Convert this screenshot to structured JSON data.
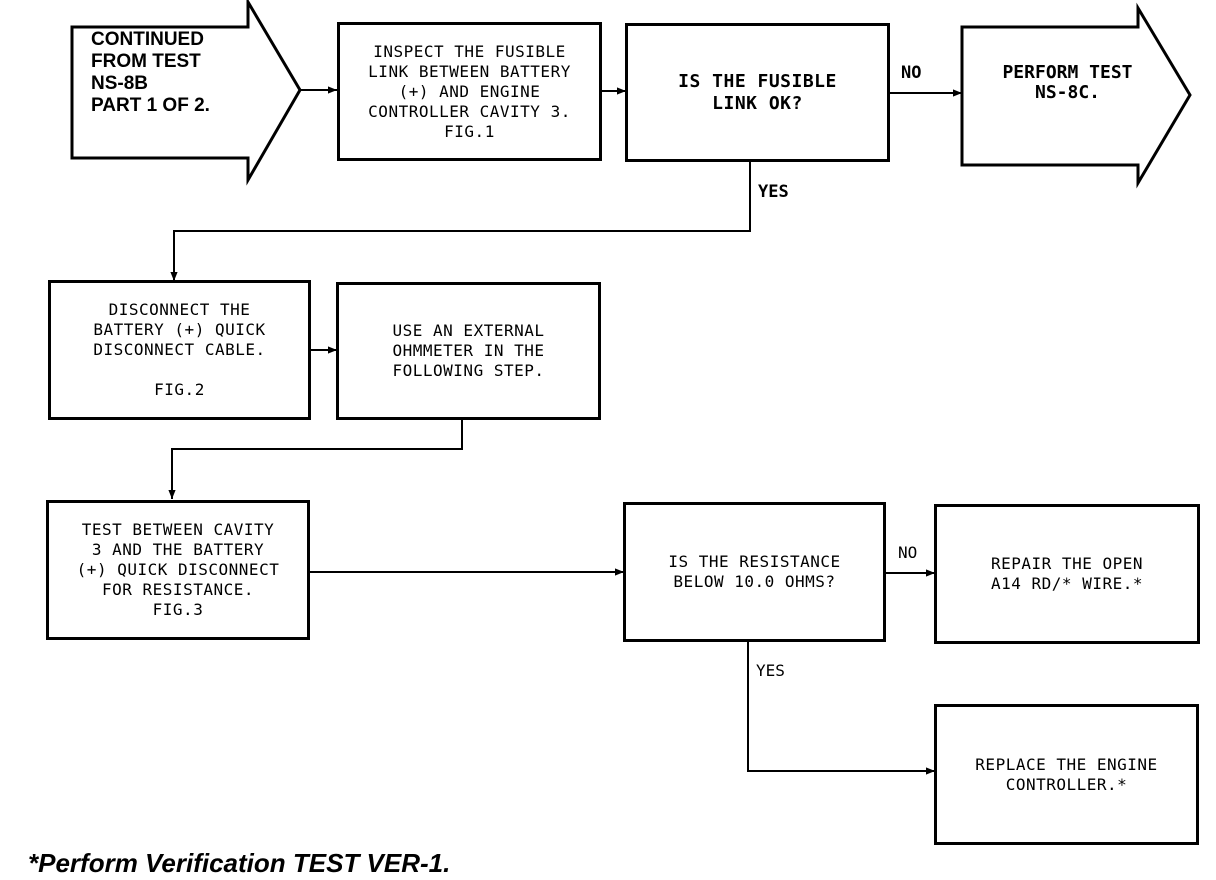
{
  "start_arrow": {
    "text": "CONTINUED\nFROM TEST\nNS-8B\nPART 1 OF 2."
  },
  "step_inspect": {
    "text": "INSPECT THE FUSIBLE\nLINK BETWEEN BATTERY\n(+) AND ENGINE\nCONTROLLER CAVITY 3.\nFIG.1"
  },
  "decision_link": {
    "text": "IS THE FUSIBLE\nLINK OK?"
  },
  "end_arrow_ns8c": {
    "text": "PERFORM TEST\nNS-8C."
  },
  "step_disconnect": {
    "text": "DISCONNECT THE\nBATTERY (+) QUICK\nDISCONNECT CABLE.\n\nFIG.2"
  },
  "step_ohmmeter": {
    "text": "USE AN EXTERNAL\nOHMMETER IN THE\nFOLLOWING STEP."
  },
  "step_test": {
    "text": "TEST BETWEEN CAVITY\n3 AND THE BATTERY\n(+) QUICK DISCONNECT\nFOR RESISTANCE.\nFIG.3"
  },
  "decision_resistance": {
    "text": "IS THE RESISTANCE\nBELOW 10.0 OHMS?"
  },
  "step_repair": {
    "text": "REPAIR THE OPEN\nA14 RD/* WIRE.*"
  },
  "step_replace": {
    "text": "REPLACE THE ENGINE\nCONTROLLER.*"
  },
  "labels": {
    "no_1": "NO",
    "yes_1": "YES",
    "no_2": "NO",
    "yes_2": "YES"
  },
  "footnote": "*Perform Verification TEST VER-1."
}
